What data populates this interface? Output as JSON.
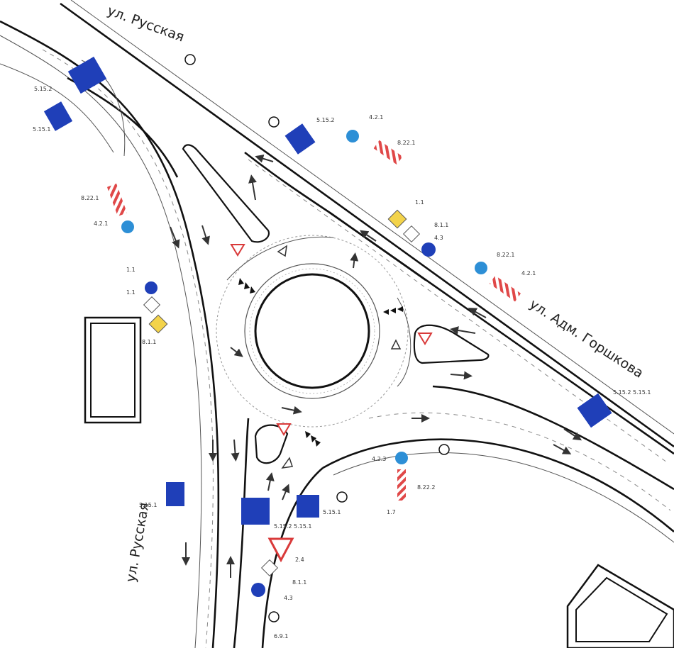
{
  "streets": [
    {
      "id": "russkaya-top",
      "label": "ул. Русская"
    },
    {
      "id": "gorshkova",
      "label": "ул. Адм. Горшкова"
    },
    {
      "id": "russkaya-bottom",
      "label": "ул. Русская"
    }
  ],
  "sign_codes": [
    "5.15.2",
    "5.15.1",
    "8.22.1",
    "4.2.1",
    "5.15.2",
    "4.2.1",
    "8.22.1",
    "1.1",
    "8.1.1",
    "4.3",
    "8.22.1",
    "4.2.1",
    "1.1",
    "8.1.1",
    "5.15.2 5.15.1",
    "5.15.1",
    "4.2.3",
    "8.22.2",
    "5.15.1",
    "5.15.2 5.15.1",
    "2.4",
    "8.1.1",
    "4.3",
    "6.9.1",
    "1.1",
    "1.7"
  ],
  "colors": {
    "sign_blue": "#1f3fb8",
    "info_blue": "#2d8fd6",
    "warning_yellow": "#f3d34a",
    "priority_red": "#d93a3a",
    "barrier_red": "#e04848",
    "line": "#111111"
  }
}
